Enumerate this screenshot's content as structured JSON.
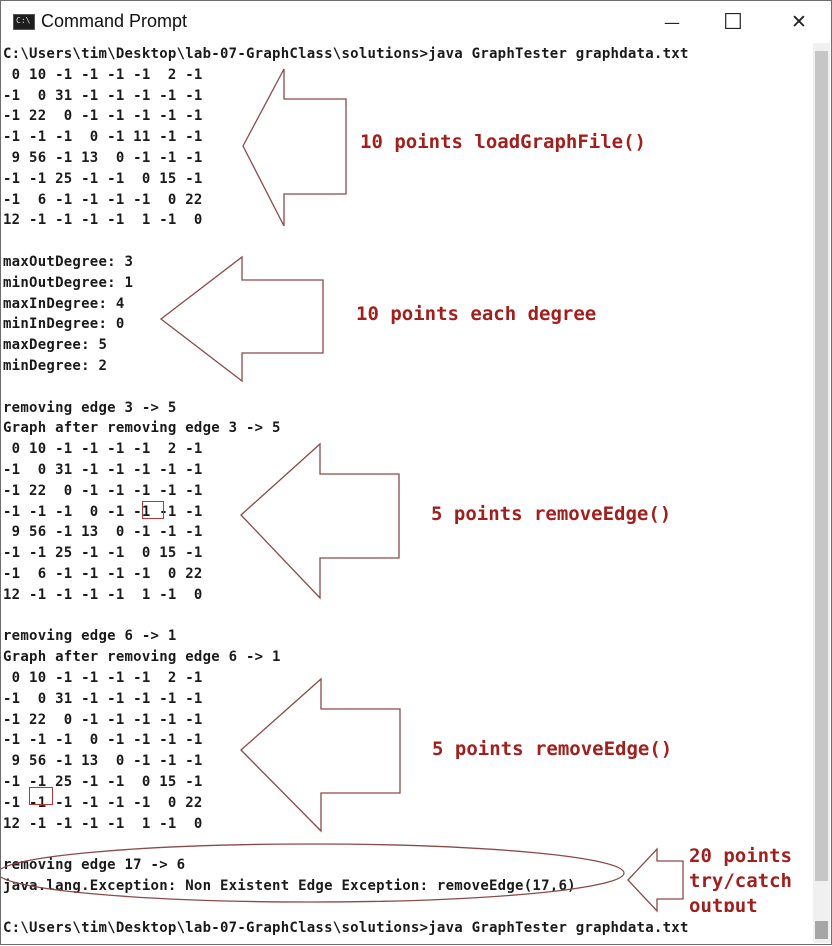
{
  "window": {
    "title": "Command Prompt",
    "icon_label": "C:\\",
    "controls": {
      "minimize": "—",
      "maximize": "☐",
      "close": "✕"
    }
  },
  "console": {
    "lines": [
      "C:\\Users\\tim\\Desktop\\lab-07-GraphClass\\solutions>java GraphTester graphdata.txt",
      " 0 10 -1 -1 -1 -1  2 -1",
      "-1  0 31 -1 -1 -1 -1 -1",
      "-1 22  0 -1 -1 -1 -1 -1",
      "-1 -1 -1  0 -1 11 -1 -1",
      " 9 56 -1 13  0 -1 -1 -1",
      "-1 -1 25 -1 -1  0 15 -1",
      "-1  6 -1 -1 -1 -1  0 22",
      "12 -1 -1 -1 -1  1 -1  0",
      "",
      "maxOutDegree: 3",
      "minOutDegree: 1",
      "maxInDegree: 4",
      "minInDegree: 0",
      "maxDegree: 5",
      "minDegree: 2",
      "",
      "removing edge 3 -> 5",
      "Graph after removing edge 3 -> 5",
      " 0 10 -1 -1 -1 -1  2 -1",
      "-1  0 31 -1 -1 -1 -1 -1",
      "-1 22  0 -1 -1 -1 -1 -1",
      "-1 -1 -1  0 -1 -1 -1 -1",
      " 9 56 -1 13  0 -1 -1 -1",
      "-1 -1 25 -1 -1  0 15 -1",
      "-1  6 -1 -1 -1 -1  0 22",
      "12 -1 -1 -1 -1  1 -1  0",
      "",
      "removing edge 6 -> 1",
      "Graph after removing edge 6 -> 1",
      " 0 10 -1 -1 -1 -1  2 -1",
      "-1  0 31 -1 -1 -1 -1 -1",
      "-1 22  0 -1 -1 -1 -1 -1",
      "-1 -1 -1  0 -1 -1 -1 -1",
      " 9 56 -1 13  0 -1 -1 -1",
      "-1 -1 25 -1 -1  0 15 -1",
      "-1 -1 -1 -1 -1 -1  0 22",
      "12 -1 -1 -1 -1  1 -1  0",
      "",
      "removing edge 17 -> 6",
      "java.lang.Exception: Non Existent Edge Exception: removeEdge(17,6)",
      "",
      "C:\\Users\\tim\\Desktop\\lab-07-GraphClass\\solutions>java GraphTester graphdata.txt"
    ]
  },
  "annotations": {
    "load": "10 points loadGraphFile()",
    "degree": "10 points each degree",
    "remove1": "5 points removeEdge()",
    "remove2": "5 points removeEdge()",
    "trycatch_1": "20 points",
    "trycatch_2": "try/catch",
    "trycatch_3": "output"
  },
  "colors": {
    "annotation": "#a0201e",
    "arrow_outline": "#8a4a4a",
    "console_text": "#1a1a1a"
  }
}
